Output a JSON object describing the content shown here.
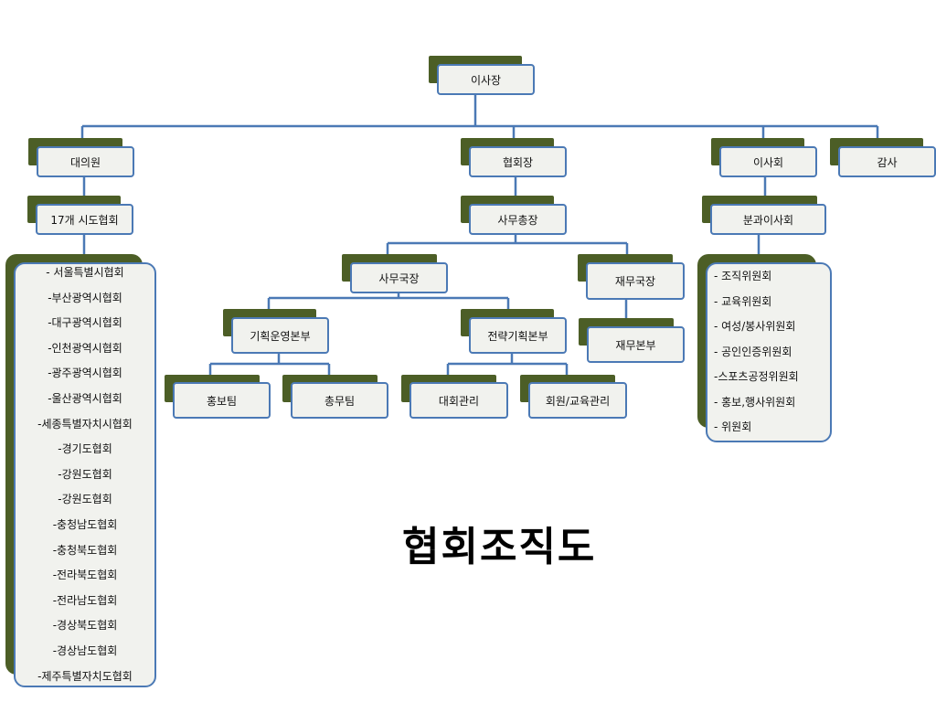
{
  "title": "협회조직도",
  "nodes": {
    "chairman": "이사장",
    "delegates": "대의원",
    "president": "협회장",
    "board": "이사회",
    "auditor": "감사",
    "provincial": "17개 시도협회",
    "secretary_general": "사무총장",
    "sub_board": "분과이사회",
    "secretariat": "사무국장",
    "finance_director": "재무국장",
    "planning_ops": "기획운영본부",
    "strategy": "전략기획본부",
    "finance_hq": "재무본부",
    "pr_team": "홍보팀",
    "general_affairs": "총무팀",
    "events": "대회관리",
    "membership": "회원/교육관리"
  },
  "provincial_list": [
    "- 서울특별시협회",
    "-부산광역시협회",
    "-대구광역시협회",
    "-인천광역시협회",
    "-광주광역시협회",
    "-울산광역시협회",
    "-세종특별자치시협회",
    "-경기도협회",
    "-강원도협회",
    "-강원도협회",
    "-충청남도협회",
    "-충청북도협회",
    "-전라북도협회",
    "-전라남도협회",
    "-경상북도협회",
    "-경상남도협회",
    "-제주특별자치도협회"
  ],
  "committee_list": [
    "- 조직위원회",
    "- 교육위원회",
    "- 여성/봉사위원회",
    "- 공인인증위원회",
    "-스포츠공정위원회",
    "- 홍보,행사위원회",
    "-  위원회"
  ],
  "colors": {
    "border": "#4b79b5",
    "shadow": "#4c5e26",
    "fill": "#f1f2ee",
    "line": "#4b79b5"
  }
}
